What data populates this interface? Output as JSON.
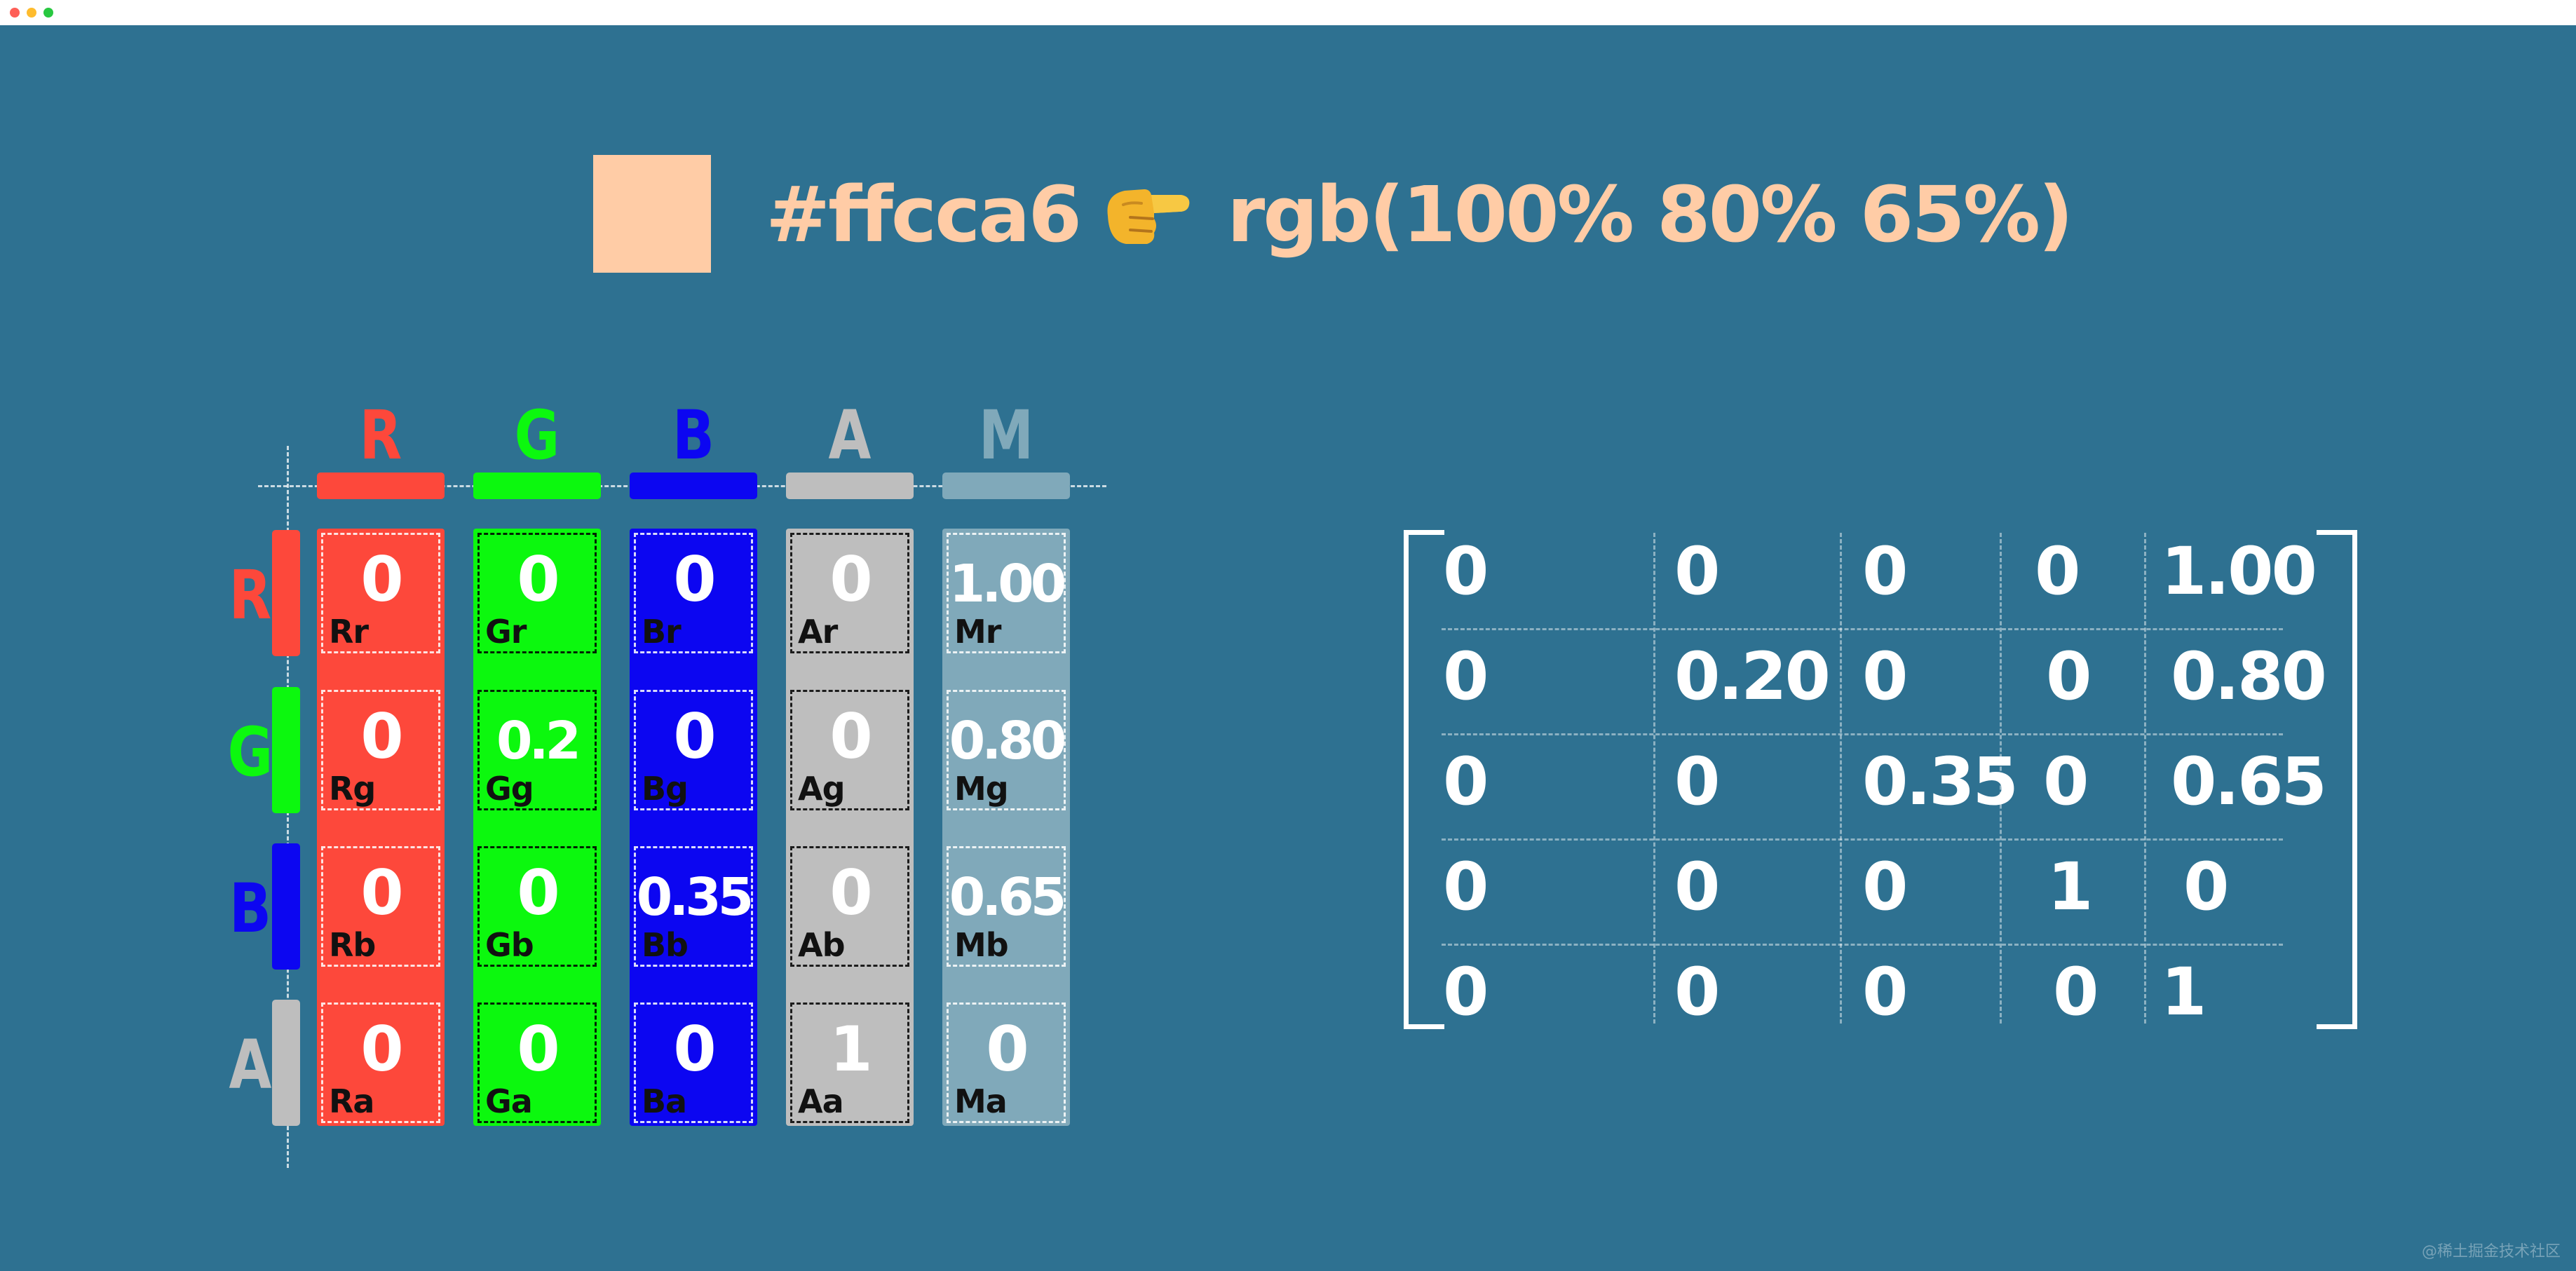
{
  "header": {
    "swatch_color": "#ffcca6",
    "hex": "#ffcca6",
    "rgb": "rgb(100% 80% 65%)",
    "pointer_icon": "backhand-index-pointing-right",
    "text_color": "#ffcca6"
  },
  "channel_colors": {
    "R": "#fd483b",
    "G": "#0cf80e",
    "B": "#0c06f1",
    "A": "#bebebe",
    "M": "#80a9ba"
  },
  "columns": [
    {
      "label": "R",
      "cells": [
        {
          "value": "0",
          "label": "Rr"
        },
        {
          "value": "0",
          "label": "Rg"
        },
        {
          "value": "0",
          "label": "Rb"
        },
        {
          "value": "0",
          "label": "Ra"
        }
      ]
    },
    {
      "label": "G",
      "cells": [
        {
          "value": "0",
          "label": "Gr"
        },
        {
          "value": "0.2",
          "label": "Gg"
        },
        {
          "value": "0",
          "label": "Gb"
        },
        {
          "value": "0",
          "label": "Ga"
        }
      ]
    },
    {
      "label": "B",
      "cells": [
        {
          "value": "0",
          "label": "Br"
        },
        {
          "value": "0",
          "label": "Bg"
        },
        {
          "value": "0.35",
          "label": "Bb"
        },
        {
          "value": "0",
          "label": "Ba"
        }
      ]
    },
    {
      "label": "A",
      "cells": [
        {
          "value": "0",
          "label": "Ar"
        },
        {
          "value": "0",
          "label": "Ag"
        },
        {
          "value": "0",
          "label": "Ab"
        },
        {
          "value": "1",
          "label": "Aa"
        }
      ]
    },
    {
      "label": "M",
      "cells": [
        {
          "value": "1.00",
          "label": "Mr"
        },
        {
          "value": "0.80",
          "label": "Mg"
        },
        {
          "value": "0.65",
          "label": "Mb"
        },
        {
          "value": "0",
          "label": "Ma"
        }
      ]
    }
  ],
  "rows": [
    "R",
    "G",
    "B",
    "A"
  ],
  "matrix": [
    [
      "0",
      "0",
      "0",
      "0",
      "1.00"
    ],
    [
      "0",
      "0.20",
      "0",
      "0",
      "0.80"
    ],
    [
      "0",
      "0",
      "0.35",
      "0",
      "0.65"
    ],
    [
      "0",
      "0",
      "0",
      "1",
      "0"
    ],
    [
      "0",
      "0",
      "0",
      "0",
      "1"
    ]
  ],
  "watermark": "@稀土掘金技术社区"
}
